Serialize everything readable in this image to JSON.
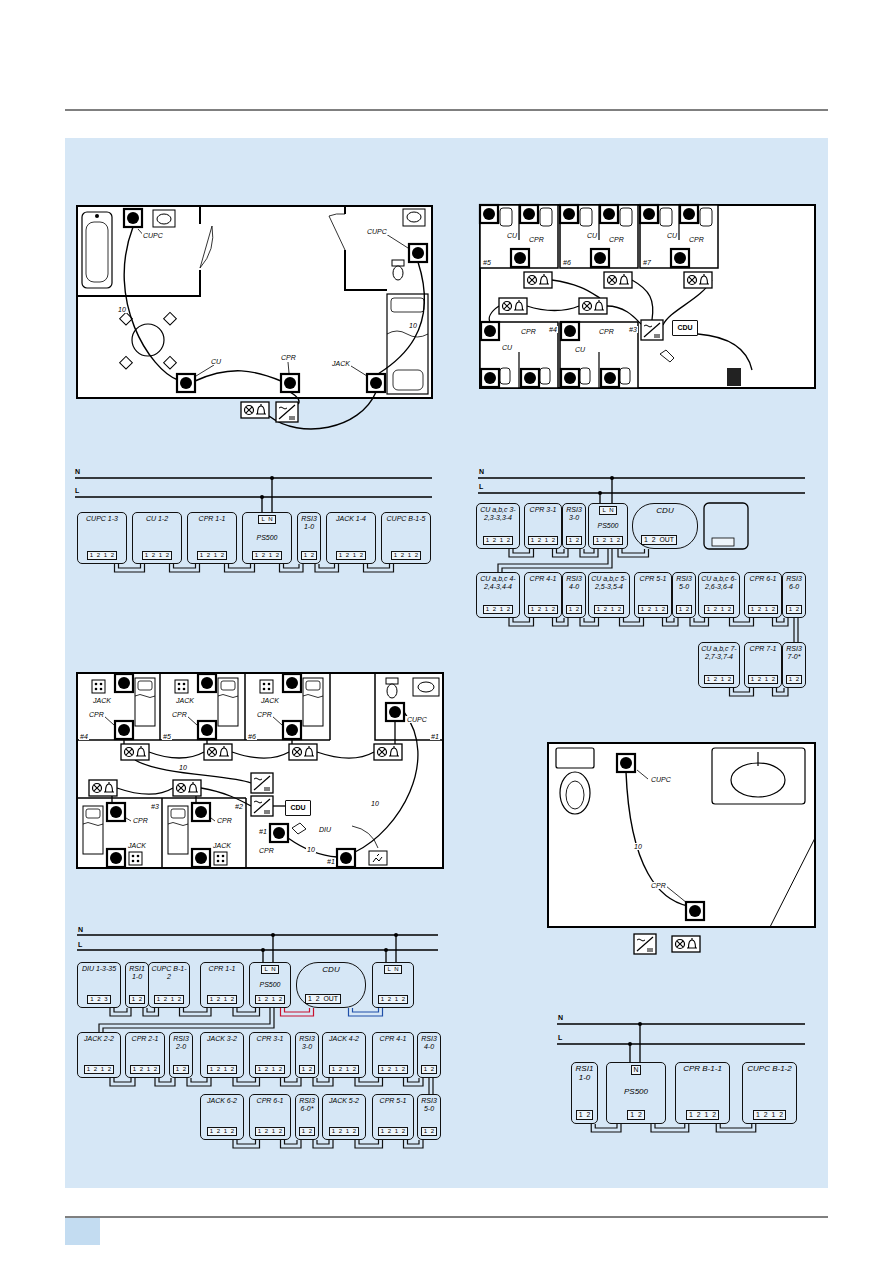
{
  "diagram": {
    "nodes": [
      {
        "text": [
          "CUPC 1-3",
          "1 2 1 2"
        ]
      },
      {
        "text": [
          "CU 1-2",
          "1 2 1 2"
        ]
      },
      {
        "text": [
          "CPR 1-1",
          "1 2 1 2"
        ]
      },
      {
        "text": [
          "L N",
          "PS500",
          "1 2 1 2"
        ]
      },
      {
        "text": [
          "RSI3 1-0",
          "1 2"
        ]
      },
      {
        "text": [
          "JACK 1-4",
          "1 2 1 2"
        ]
      },
      {
        "text": [
          "CUPC B-1-5",
          "1 2 1 2"
        ]
      },
      {
        "text": [
          "CDU"
        ]
      },
      {
        "text": [
          "CU a,b,c 3-2,3-3,3-4",
          "1 2 1 2"
        ]
      },
      {
        "text": [
          "CPR 3-1",
          "1 2 1 2"
        ]
      },
      {
        "text": [
          "RSI3 3-0",
          "1 2"
        ]
      },
      {
        "text": [
          "L N",
          "PS500",
          "1 2 1 2"
        ]
      },
      {
        "text": [
          "CDU",
          "1 2 OUT"
        ]
      },
      {
        "text": [
          "CU a,b,c 4-2,4-3,4-4",
          "1 2 1 2"
        ]
      },
      {
        "text": [
          "CPR 4-1",
          "1 2 1 2"
        ]
      },
      {
        "text": [
          "RSI3 4-0",
          "1 2"
        ]
      },
      {
        "text": [
          "CU a,b,c 5-2,5-3,5-4",
          "1 2 1 2"
        ]
      },
      {
        "text": [
          "CPR 5-1",
          "1 2 1 2"
        ]
      },
      {
        "text": [
          "RSI3 5-0",
          "1 2"
        ]
      },
      {
        "text": [
          "CU a,b,c 6-2,6-3,6-4",
          "1 2 1 2"
        ]
      },
      {
        "text": [
          "CPR 6-1",
          "1 2 1 2"
        ]
      },
      {
        "text": [
          "RSI3 6-0",
          "1 2"
        ]
      },
      {
        "text": [
          "CU a,b,c 7-2,7-3,7-4",
          "1 2 1 2"
        ]
      },
      {
        "text": [
          "CPR 7-1",
          "1 2 1 2"
        ]
      },
      {
        "text": [
          "RSI3 7-0*",
          "1 2"
        ]
      },
      {
        "text": [
          "CDU"
        ]
      },
      {
        "text": [
          "DIU 1-3-35",
          "1 2 3"
        ]
      },
      {
        "text": [
          "RSI1 1-0",
          "1 2"
        ]
      },
      {
        "text": [
          "CUPC B-1-2",
          "1 2 1 2"
        ]
      },
      {
        "text": [
          "CPR 1-1",
          "1 2 1 2"
        ]
      },
      {
        "text": [
          "L N",
          "PS500",
          "1 2 1 2"
        ]
      },
      {
        "text": [
          "CDU",
          "1 2 OUT"
        ]
      },
      {
        "text": [
          "L N",
          "1 2 1 2"
        ]
      },
      {
        "text": [
          "JACK 2-2",
          "1 2 1 2"
        ]
      },
      {
        "text": [
          "CPR 2-1",
          "1 2 1 2"
        ]
      },
      {
        "text": [
          "RSI3 2-0",
          "1 2"
        ]
      },
      {
        "text": [
          "JACK 3-2",
          "1 2 1 2"
        ]
      },
      {
        "text": [
          "CPR 3-1",
          "1 2 1 2"
        ]
      },
      {
        "text": [
          "RSI3 3-0",
          "1 2"
        ]
      },
      {
        "text": [
          "JACK 4-2",
          "1 2 1 2"
        ]
      },
      {
        "text": [
          "CPR 4-1",
          "1 2 1 2"
        ]
      },
      {
        "text": [
          "RSI3 4-0",
          "1 2"
        ]
      },
      {
        "text": [
          "JACK 6-2",
          "1 2 1 2"
        ]
      },
      {
        "text": [
          "CPR 6-1",
          "1 2 1 2"
        ]
      },
      {
        "text": [
          "RSI3 6-0*",
          "1 2"
        ]
      },
      {
        "text": [
          "JACK 5-2",
          "1 2 1 2"
        ]
      },
      {
        "text": [
          "CPR 5-1",
          "1 2 1 2"
        ]
      },
      {
        "text": [
          "RSI3 5-0",
          "1 2"
        ]
      },
      {
        "text": [
          "RSI1 1-0",
          "1 2"
        ]
      },
      {
        "text": [
          "N",
          "PS500",
          "1 2"
        ]
      },
      {
        "text": [
          "CPR B-1-1",
          "1 2 1 2"
        ]
      },
      {
        "text": [
          "CUPC B-1-2",
          "1 2 1 2"
        ]
      }
    ],
    "edges": [
      {
        "from": 0,
        "to": 1,
        "arrow": "none"
      },
      {
        "from": 1,
        "to": 2,
        "arrow": "none"
      },
      {
        "from": 2,
        "to": 3,
        "arrow": "none"
      },
      {
        "from": 3,
        "to": 4,
        "arrow": "none"
      },
      {
        "from": 4,
        "to": 5,
        "arrow": "none"
      },
      {
        "from": 5,
        "to": 6,
        "arrow": "none"
      },
      {
        "from": 11,
        "to": 10,
        "arrow": "none"
      },
      {
        "from": 10,
        "to": 9,
        "arrow": "none"
      },
      {
        "from": 9,
        "to": 8,
        "arrow": "none"
      },
      {
        "from": 11,
        "to": 12,
        "arrow": "none"
      },
      {
        "from": 11,
        "to": 13,
        "arrow": "none"
      },
      {
        "from": 13,
        "to": 14,
        "arrow": "none"
      },
      {
        "from": 14,
        "to": 15,
        "arrow": "none"
      },
      {
        "from": 15,
        "to": 16,
        "arrow": "none"
      },
      {
        "from": 16,
        "to": 17,
        "arrow": "none"
      },
      {
        "from": 17,
        "to": 18,
        "arrow": "none"
      },
      {
        "from": 18,
        "to": 19,
        "arrow": "none"
      },
      {
        "from": 19,
        "to": 20,
        "arrow": "none"
      },
      {
        "from": 20,
        "to": 21,
        "arrow": "none"
      },
      {
        "from": 21,
        "to": 24,
        "arrow": "none"
      },
      {
        "from": 24,
        "to": 23,
        "arrow": "none"
      },
      {
        "from": 23,
        "to": 22,
        "arrow": "none"
      },
      {
        "from": 30,
        "to": 29,
        "arrow": "none"
      },
      {
        "from": 29,
        "to": 28,
        "arrow": "none"
      },
      {
        "from": 28,
        "to": 27,
        "arrow": "none"
      },
      {
        "from": 27,
        "to": 26,
        "arrow": "none"
      },
      {
        "from": 30,
        "to": 31,
        "arrow": "none"
      },
      {
        "from": 31,
        "to": 32,
        "arrow": "none"
      },
      {
        "from": 30,
        "to": 33,
        "arrow": "none"
      },
      {
        "from": 33,
        "to": 34,
        "arrow": "none"
      },
      {
        "from": 34,
        "to": 35,
        "arrow": "none"
      },
      {
        "from": 35,
        "to": 36,
        "arrow": "none"
      },
      {
        "from": 36,
        "to": 37,
        "arrow": "none"
      },
      {
        "from": 37,
        "to": 38,
        "arrow": "none"
      },
      {
        "from": 38,
        "to": 39,
        "arrow": "none"
      },
      {
        "from": 39,
        "to": 40,
        "arrow": "none"
      },
      {
        "from": 40,
        "to": 41,
        "arrow": "none"
      },
      {
        "from": 41,
        "to": 47,
        "arrow": "none"
      },
      {
        "from": 47,
        "to": 46,
        "arrow": "none"
      },
      {
        "from": 46,
        "to": 45,
        "arrow": "none"
      },
      {
        "from": 45,
        "to": 44,
        "arrow": "none"
      },
      {
        "from": 44,
        "to": 43,
        "arrow": "none"
      },
      {
        "from": 43,
        "to": 42,
        "arrow": "none"
      },
      {
        "from": 49,
        "to": 48,
        "arrow": "none"
      },
      {
        "from": 49,
        "to": 50,
        "arrow": "none"
      },
      {
        "from": 50,
        "to": 51,
        "arrow": "none"
      }
    ],
    "labels": [
      "CUPC",
      "10",
      "CU",
      "CPR",
      "JACK",
      "CUPC",
      "10",
      "#5",
      "CU",
      "CPR",
      "#6",
      "CU",
      "CPR",
      "#7",
      "CU",
      "CPR",
      "CU",
      "CPR",
      "#4",
      "CU",
      "CPR",
      "#3",
      "N",
      "L",
      "N",
      "L",
      "JACK",
      "CPR",
      "#4",
      "JACK",
      "CPR",
      "#5",
      "JACK",
      "CPR",
      "#6",
      "CUPC",
      "#1",
      "10",
      "10",
      "10",
      "#3",
      "CPR",
      "JACK",
      "#2",
      "CPR",
      "JACK",
      "#1",
      "CPR",
      "DIU",
      "#1",
      "N",
      "L",
      "CUPC",
      "10",
      "CPR",
      "N",
      "L"
    ]
  }
}
